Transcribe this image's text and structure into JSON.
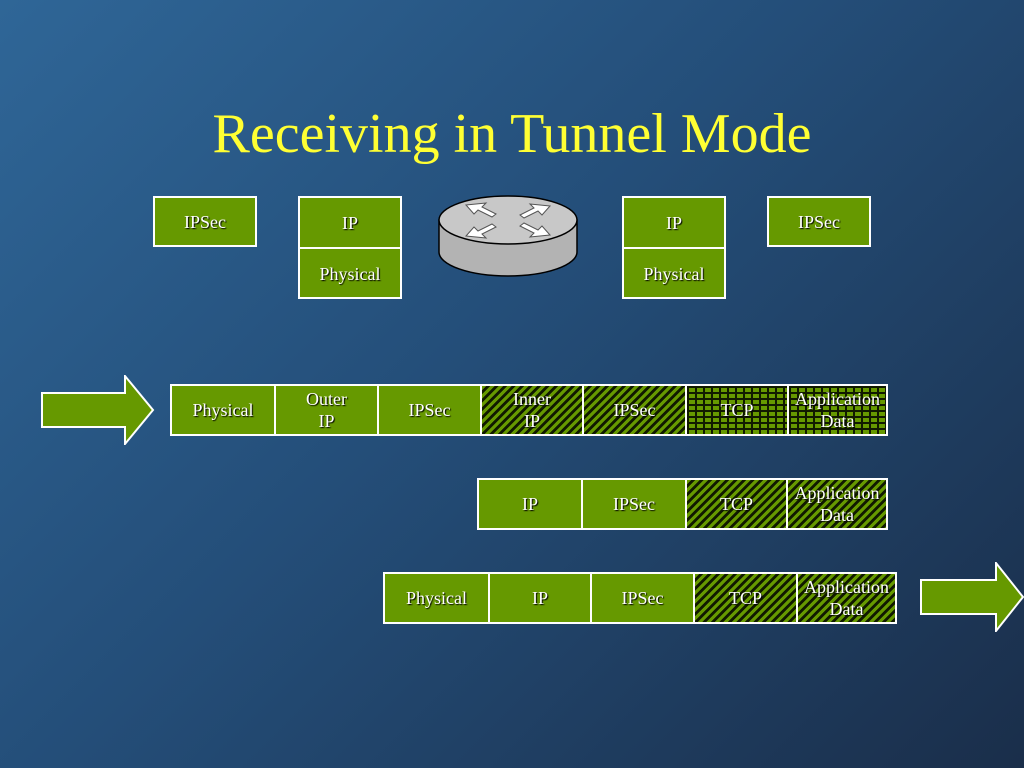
{
  "title": "Receiving in Tunnel Mode",
  "stacks": {
    "left_ipsec": "IPSec",
    "left_ip": "IP",
    "left_physical": "Physical",
    "right_ip": "IP",
    "right_physical": "Physical",
    "right_ipsec": "IPSec"
  },
  "packets": {
    "row1": [
      "Physical",
      "Outer\nIP",
      "IPSec",
      "Inner\nIP",
      "IPSec",
      "TCP",
      "Application\nData"
    ],
    "row2": [
      "IP",
      "IPSec",
      "TCP",
      "Application\nData"
    ],
    "row3": [
      "Physical",
      "IP",
      "IPSec",
      "TCP",
      "Application\nData"
    ]
  },
  "icons": {
    "router": "router-icon",
    "arrow": "right-arrow-icon"
  },
  "colors": {
    "title": "#ffff33",
    "box_fill": "#669900",
    "border": "#ffffff",
    "background_top": "#2f6697",
    "background_bottom": "#1a2e4a"
  }
}
